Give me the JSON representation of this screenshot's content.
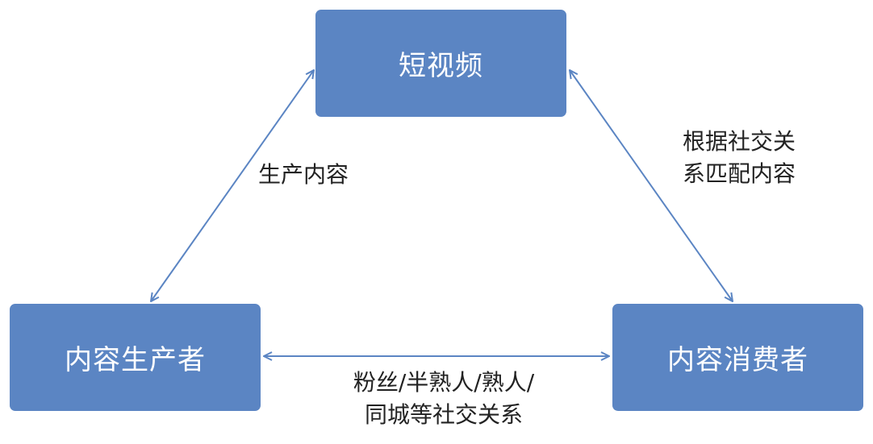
{
  "nodes": {
    "top": "短视频",
    "left": "内容生产者",
    "right": "内容消费者"
  },
  "edges": {
    "left_label": "生产内容",
    "right_label_line1": "根据社交关",
    "right_label_line2": "系匹配内容",
    "bottom_label_line1": "粉丝/半熟人/熟人/",
    "bottom_label_line2": "同城等社交关系"
  },
  "colors": {
    "node_fill": "#5b85c3",
    "arrow": "#5b85c3",
    "text": "#222222"
  }
}
